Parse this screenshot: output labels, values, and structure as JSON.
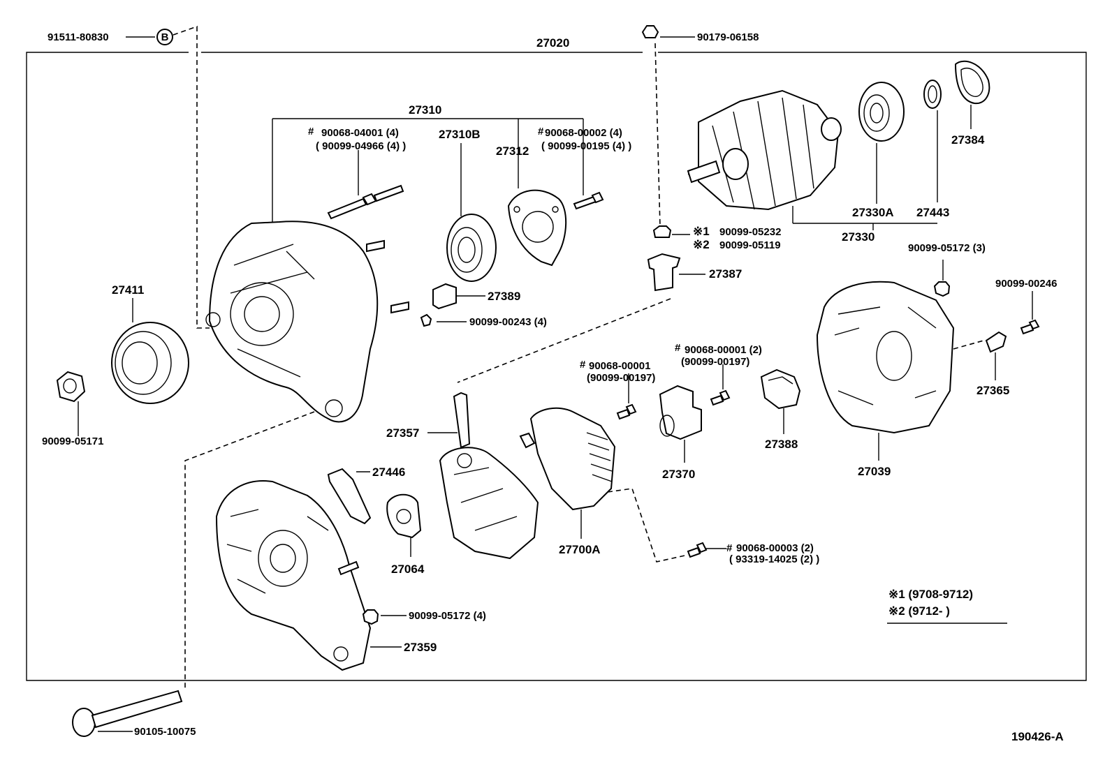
{
  "assembly": "27020",
  "diagram_id": "190426-A",
  "labels": {
    "bolt_b": "91511-80830",
    "bolt_b_ref": "B",
    "top_nut": "90179-06158",
    "frame_assy": "27310",
    "stud_a1": "90068-04001 (4)",
    "stud_a2": "( 90099-04966 (4) )",
    "stud_hash1": "#",
    "bearing_b": "27310B",
    "retainer": "27312",
    "screw_b1": "90068-00002 (4)",
    "screw_b2": "( 90099-00195 (4) )",
    "stud_hash2": "#",
    "pulley": "27411",
    "pulley_nut": "90099-05171",
    "insulator": "27389",
    "screw_00243": "90099-00243 (4)",
    "nut_mark1": "※1",
    "nut_05232": "90099-05232",
    "nut_mark2": "※2",
    "nut_05119": "90099-05119",
    "terminal_insulator": "27387",
    "rotor_bearing_a": "27330A",
    "rotor_assy": "27330",
    "spacer": "27443",
    "cover_plate": "27384",
    "nut_05172_3": "90099-05172 (3)",
    "screw_00246": "90099-00246",
    "terminal": "27365",
    "rear_cover": "27039",
    "screw_c_hash": "#",
    "screw_c1": "90068-00001",
    "screw_c2": "(90099-00197)",
    "screw_d_hash": "#",
    "screw_d1": "90068-00001 (2)",
    "screw_d2": "(90099-00197)",
    "brush_holder": "27370",
    "brush_cover": "27388",
    "rectifier": "27357",
    "regulator": "27700A",
    "screw_e_hash": "#",
    "screw_e1": "90068-00003 (2)",
    "screw_e2": "( 93319-14025 (2) )",
    "seal": "27446",
    "seal_plate": "27064",
    "nut_05172_4": "90099-05172 (4)",
    "drive_frame": "27359",
    "through_bolt": "90105-10075",
    "note1": "※1 (9708-9712)",
    "note2": "※2 (9712-        )"
  }
}
